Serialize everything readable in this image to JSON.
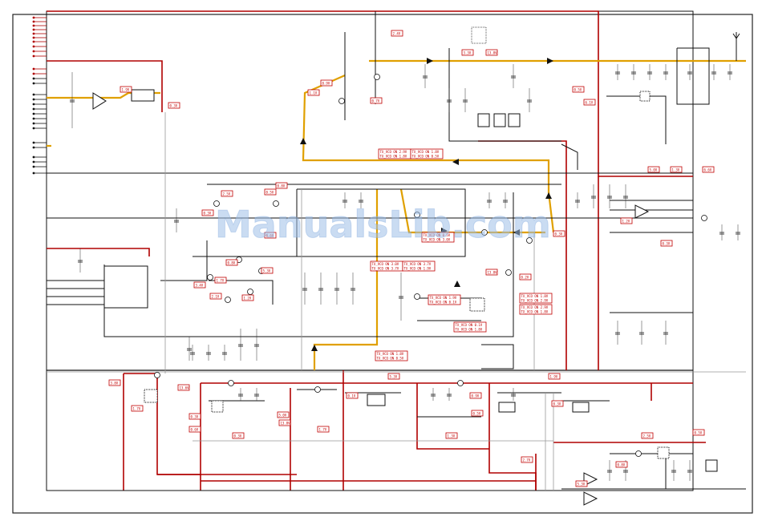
{
  "watermark": "ManualsLib.com",
  "colors": {
    "signal": "#e0a000",
    "power": "#b00000",
    "wire": "#111111",
    "label": "#c00000"
  },
  "icons": [
    "antenna-icon",
    "crystal-icon",
    "transistor-icon",
    "opamp-icon",
    "connector-icon"
  ],
  "voltage_labels": [
    "1.9V",
    "0.3V",
    "2.5V",
    "0.5V",
    "0.8V",
    "5.3V",
    "3.4V",
    "1.7V",
    "2.1V",
    "1.2V",
    "0.6V",
    "0.8V",
    "0.3V",
    "0.9V",
    "1.1V",
    "0.7V",
    "2.4V",
    "3.3V",
    "13.8V",
    "0.5V",
    "6.1V",
    "1.2V",
    "0.3V",
    "5.0V",
    "1.3V",
    "6.6V",
    "13.8V",
    "0.2V",
    "0.3V",
    "3.8V",
    "13.6V",
    "1.7V",
    "0.3V",
    "0.6V",
    "0.3V",
    "5.0V",
    "13.8V",
    "1.7V",
    "0.1V",
    "5.3V",
    "1.3V",
    "0.9V",
    "0.5V",
    "2.7V"
  ],
  "multi_labels": [
    "TX_VCO ON 2.9V",
    "TX_VCO ON 1.8V",
    "TX_VCO ON 0.5V",
    "TX_VCO ON 3.0V",
    "TX_VCO ON 3.7V",
    "TX_VCO ON 1.9V",
    "TX_VCO ON 0.1V",
    "TX_VCO ON 1.8V"
  ]
}
